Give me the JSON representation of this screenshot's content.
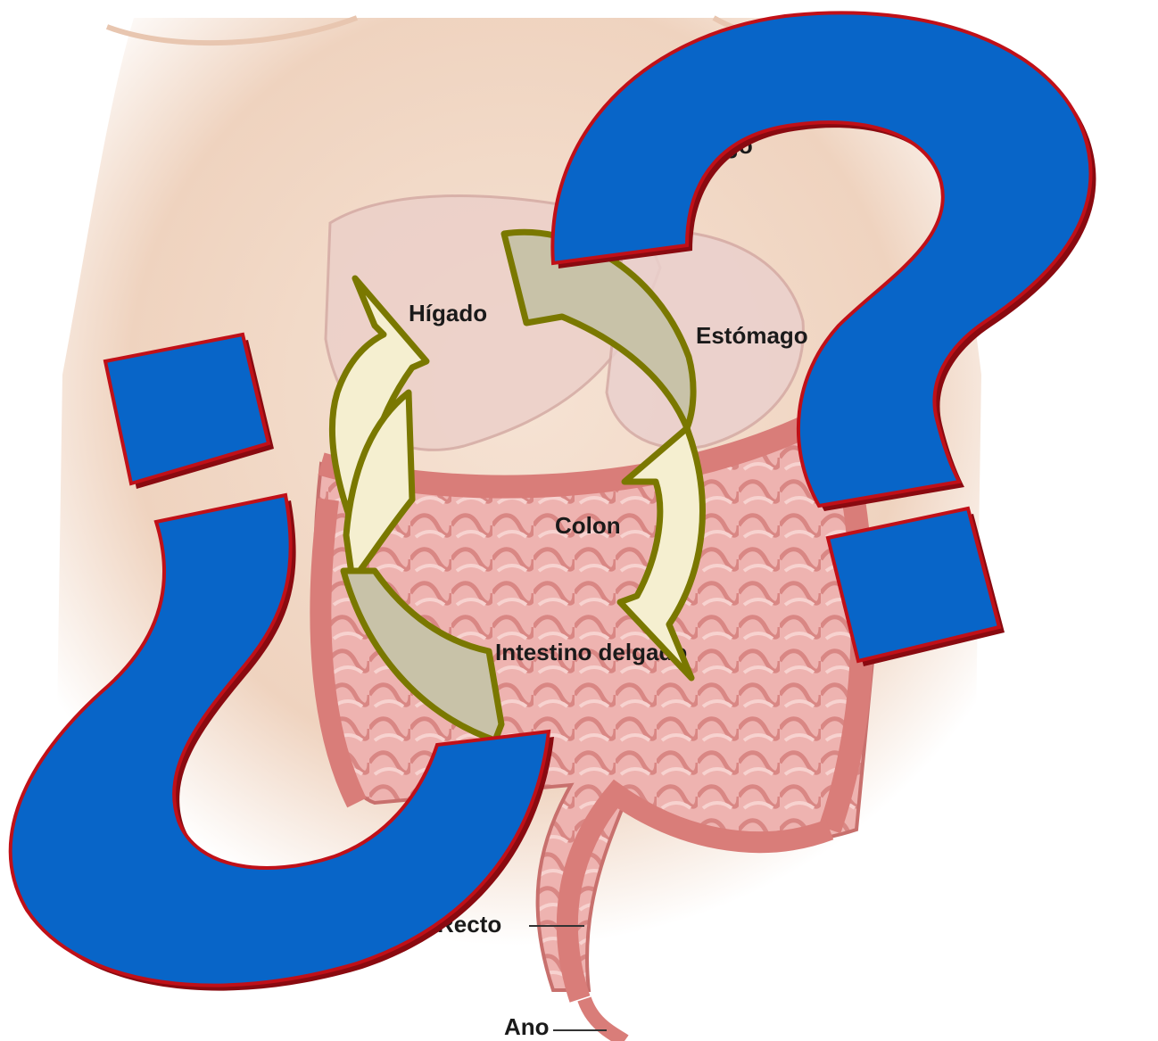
{
  "labels": {
    "esofago": "go",
    "higado": "Hígado",
    "estomago": "Estómago",
    "colon": "Colon",
    "intestino": "Intestino delgado",
    "recto": "Recto",
    "ano": "Ano"
  },
  "colors": {
    "background": "#ffffff",
    "skin": "#f2d9c6",
    "organ_outline": "#d79a93",
    "intestine_pink": "#eaa8a6",
    "intestine_dark": "#d9827f",
    "question_mark_blue": "#0865c8",
    "question_mark_outline": "#c01018",
    "arrow_fill": "#f5efd0",
    "arrow_fill_shaded": "#c8c2a8",
    "arrow_outline": "#7a7800"
  },
  "symbols": {
    "opening": "inverted-question-mark",
    "closing": "question-mark",
    "cycle": "circular-arrows"
  }
}
